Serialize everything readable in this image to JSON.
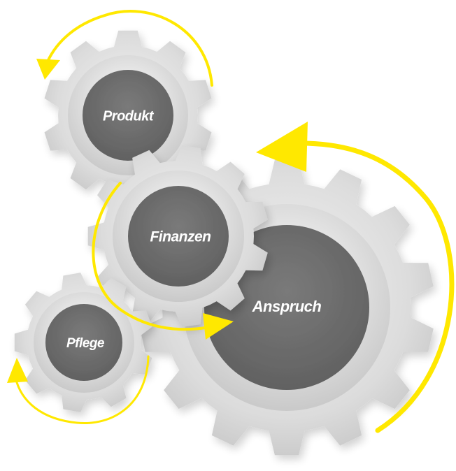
{
  "gears": [
    {
      "id": "produkt",
      "label": "Produkt"
    },
    {
      "id": "finanzen",
      "label": "Finanzen"
    },
    {
      "id": "anspruch",
      "label": "Anspruch"
    },
    {
      "id": "pflege",
      "label": "Pflege"
    }
  ],
  "colors": {
    "arrow": "#ffe800",
    "gear_body": "#d4d4d4",
    "gear_light": "#efefef",
    "hub": "#6e6e6e",
    "label": "#ffffff"
  }
}
